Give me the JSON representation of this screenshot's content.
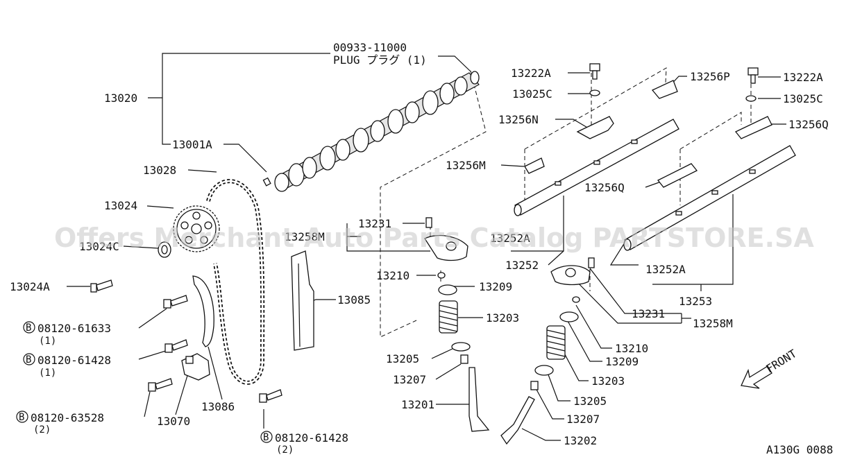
{
  "watermark": "Offers Merchant Auto Parts Catalog PARTSTORE.SA",
  "diagram_code": "A130G 0088",
  "front_label": "FRONT",
  "labels": {
    "plug_pn": "00933-11000",
    "plug_desc": "PLUG プラグ (1)",
    "p13020": "13020",
    "p13001A": "13001A",
    "p13028": "13028",
    "p13024": "13024",
    "p13024C": "13024C",
    "p13024A": "13024A",
    "bolt1": "08120-61633",
    "bolt1_qty": "(1)",
    "bolt2": "08120-61428",
    "bolt2_qty": "(1)",
    "bolt3": "08120-63528",
    "bolt3_qty": "(2)",
    "bolt4": "08120-61428",
    "bolt4_qty": "(2)",
    "p13070": "13070",
    "p13086": "13086",
    "p13085": "13085",
    "p13231_a": "13231",
    "p13258M_a": "13258M",
    "p13252A_a": "13252A",
    "p13252": "13252",
    "p13210_a": "13210",
    "p13209_a": "13209",
    "p13203_a": "13203",
    "p13205_a": "13205",
    "p13207_a": "13207",
    "p13201": "13201",
    "p13222A_a": "13222A",
    "p13025C_a": "13025C",
    "p13256N": "13256N",
    "p13256M": "13256M",
    "p13256P": "13256P",
    "p13222A_b": "13222A",
    "p13025C_b": "13025C",
    "p13256Q_a": "13256Q",
    "p13256Q_b": "13256Q",
    "p13252A_b": "13252A",
    "p13253": "13253",
    "p13231_b": "13231",
    "p13258M_b": "13258M",
    "p13210_b": "13210",
    "p13209_b": "13209",
    "p13203_b": "13203",
    "p13205_b": "13205",
    "p13207_b": "13207",
    "p13202": "13202",
    "bolt_marker": "B"
  }
}
